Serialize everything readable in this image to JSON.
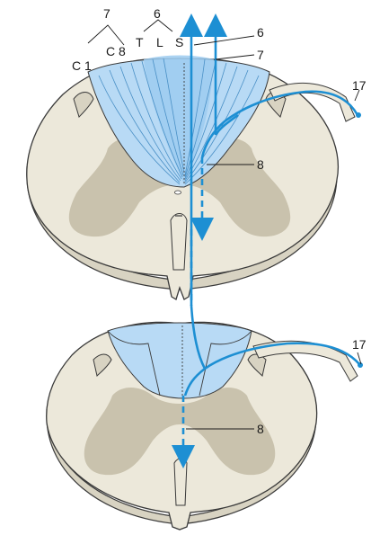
{
  "figure": {
    "labels": {
      "group7": "7",
      "group6": "6",
      "c1": "C 1",
      "c8": "C 8",
      "t": "T",
      "l": "L",
      "s": "S",
      "leader6": "6",
      "leader7": "7",
      "upper8": "8",
      "upper17": "17",
      "lower17": "17",
      "lower8": "8"
    },
    "colors": {
      "tract_fill": "#b8daf5",
      "tract_fill_dark": "#9ccbf0",
      "pathway_arrow": "#1d8fd3",
      "white_matter": "#ece8da",
      "gray_matter": "#c9c2ad",
      "outline": "#3a3a3a"
    }
  }
}
